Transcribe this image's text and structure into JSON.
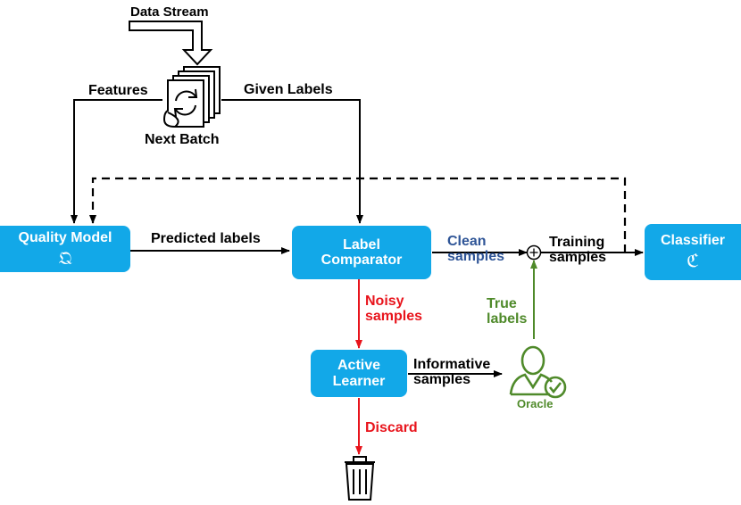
{
  "colors": {
    "box_fill": "#12a8e8",
    "box_text": "#ffffff",
    "line": "#000000",
    "noisy": "#e8141c",
    "clean": "#2f5597",
    "oracle": "#4f8a2a"
  },
  "top": {
    "data_stream": "Data Stream",
    "next_batch": "Next Batch",
    "features": "Features",
    "given_labels": "Given Labels"
  },
  "nodes": {
    "quality_model": {
      "title": "Quality Model",
      "symbol": "𝔔"
    },
    "label_comparator": {
      "line1": "Label",
      "line2": "Comparator"
    },
    "active_learner": {
      "line1": "Active",
      "line2": "Learner"
    },
    "classifier": {
      "title": "Classifier",
      "symbol": "ℭ"
    },
    "oracle": "Oracle"
  },
  "edges": {
    "predicted_labels": "Predicted labels",
    "clean_line1": "Clean",
    "clean_line2": "samples",
    "training_line1": "Training",
    "training_line2": "samples",
    "noisy_line1": "Noisy",
    "noisy_line2": "samples",
    "true_line1": "True",
    "true_line2": "labels",
    "informative_line1": "Informative",
    "informative_line2": "samples",
    "discard": "Discard"
  },
  "icons": {
    "batch": "document-stack-refresh-icon",
    "oracle": "user-check-icon",
    "trash": "trash-can-icon",
    "sum": "circle-plus-icon"
  }
}
